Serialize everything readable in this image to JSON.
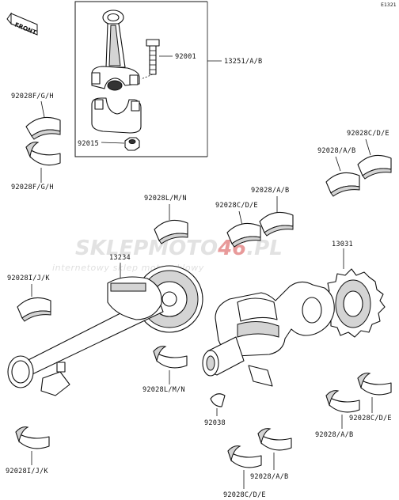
{
  "diagram": {
    "page_code": "E1321",
    "front_label": "FRONT",
    "watermark": {
      "logo_main": "SKLEPMOTO",
      "logo_number": "46",
      "logo_suffix": ".PL",
      "tagline": "internetowy sklep motocyklowy",
      "colors": {
        "main": "#e2e2e2",
        "accent": "#e89a9a"
      }
    },
    "part_labels": {
      "bolt": "92001",
      "conrod_assy": "13251/A/B",
      "nut": "92015",
      "conrod_bearing_upper": "92028F/G/H",
      "conrod_bearing_lower": "92028F/G/H",
      "main_bearing_a_upper": "92028/A/B",
      "main_bearing_cde_upper": "92028C/D/E",
      "balancer_bearing_lmn_upper": "92028L/M/N",
      "center_bearing_a": "92028/A/B",
      "center_bearing_cde": "92028C/D/E",
      "crankshaft": "13031",
      "balancer_shaft": "13234",
      "balancer_bearing_ijk_upper": "92028I/J/K",
      "balancer_bearing_lmn_lower": "92028L/M/N",
      "key": "92038",
      "main_bearing_cde_lower": "92028C/D/E",
      "main_bearing_a_lower": "92028/A/B",
      "center_bearing_a_lower": "92028/A/B",
      "center_bearing_cde_lower": "92028C/D/E",
      "balancer_bearing_ijk_lower": "92028I/J/K"
    }
  }
}
